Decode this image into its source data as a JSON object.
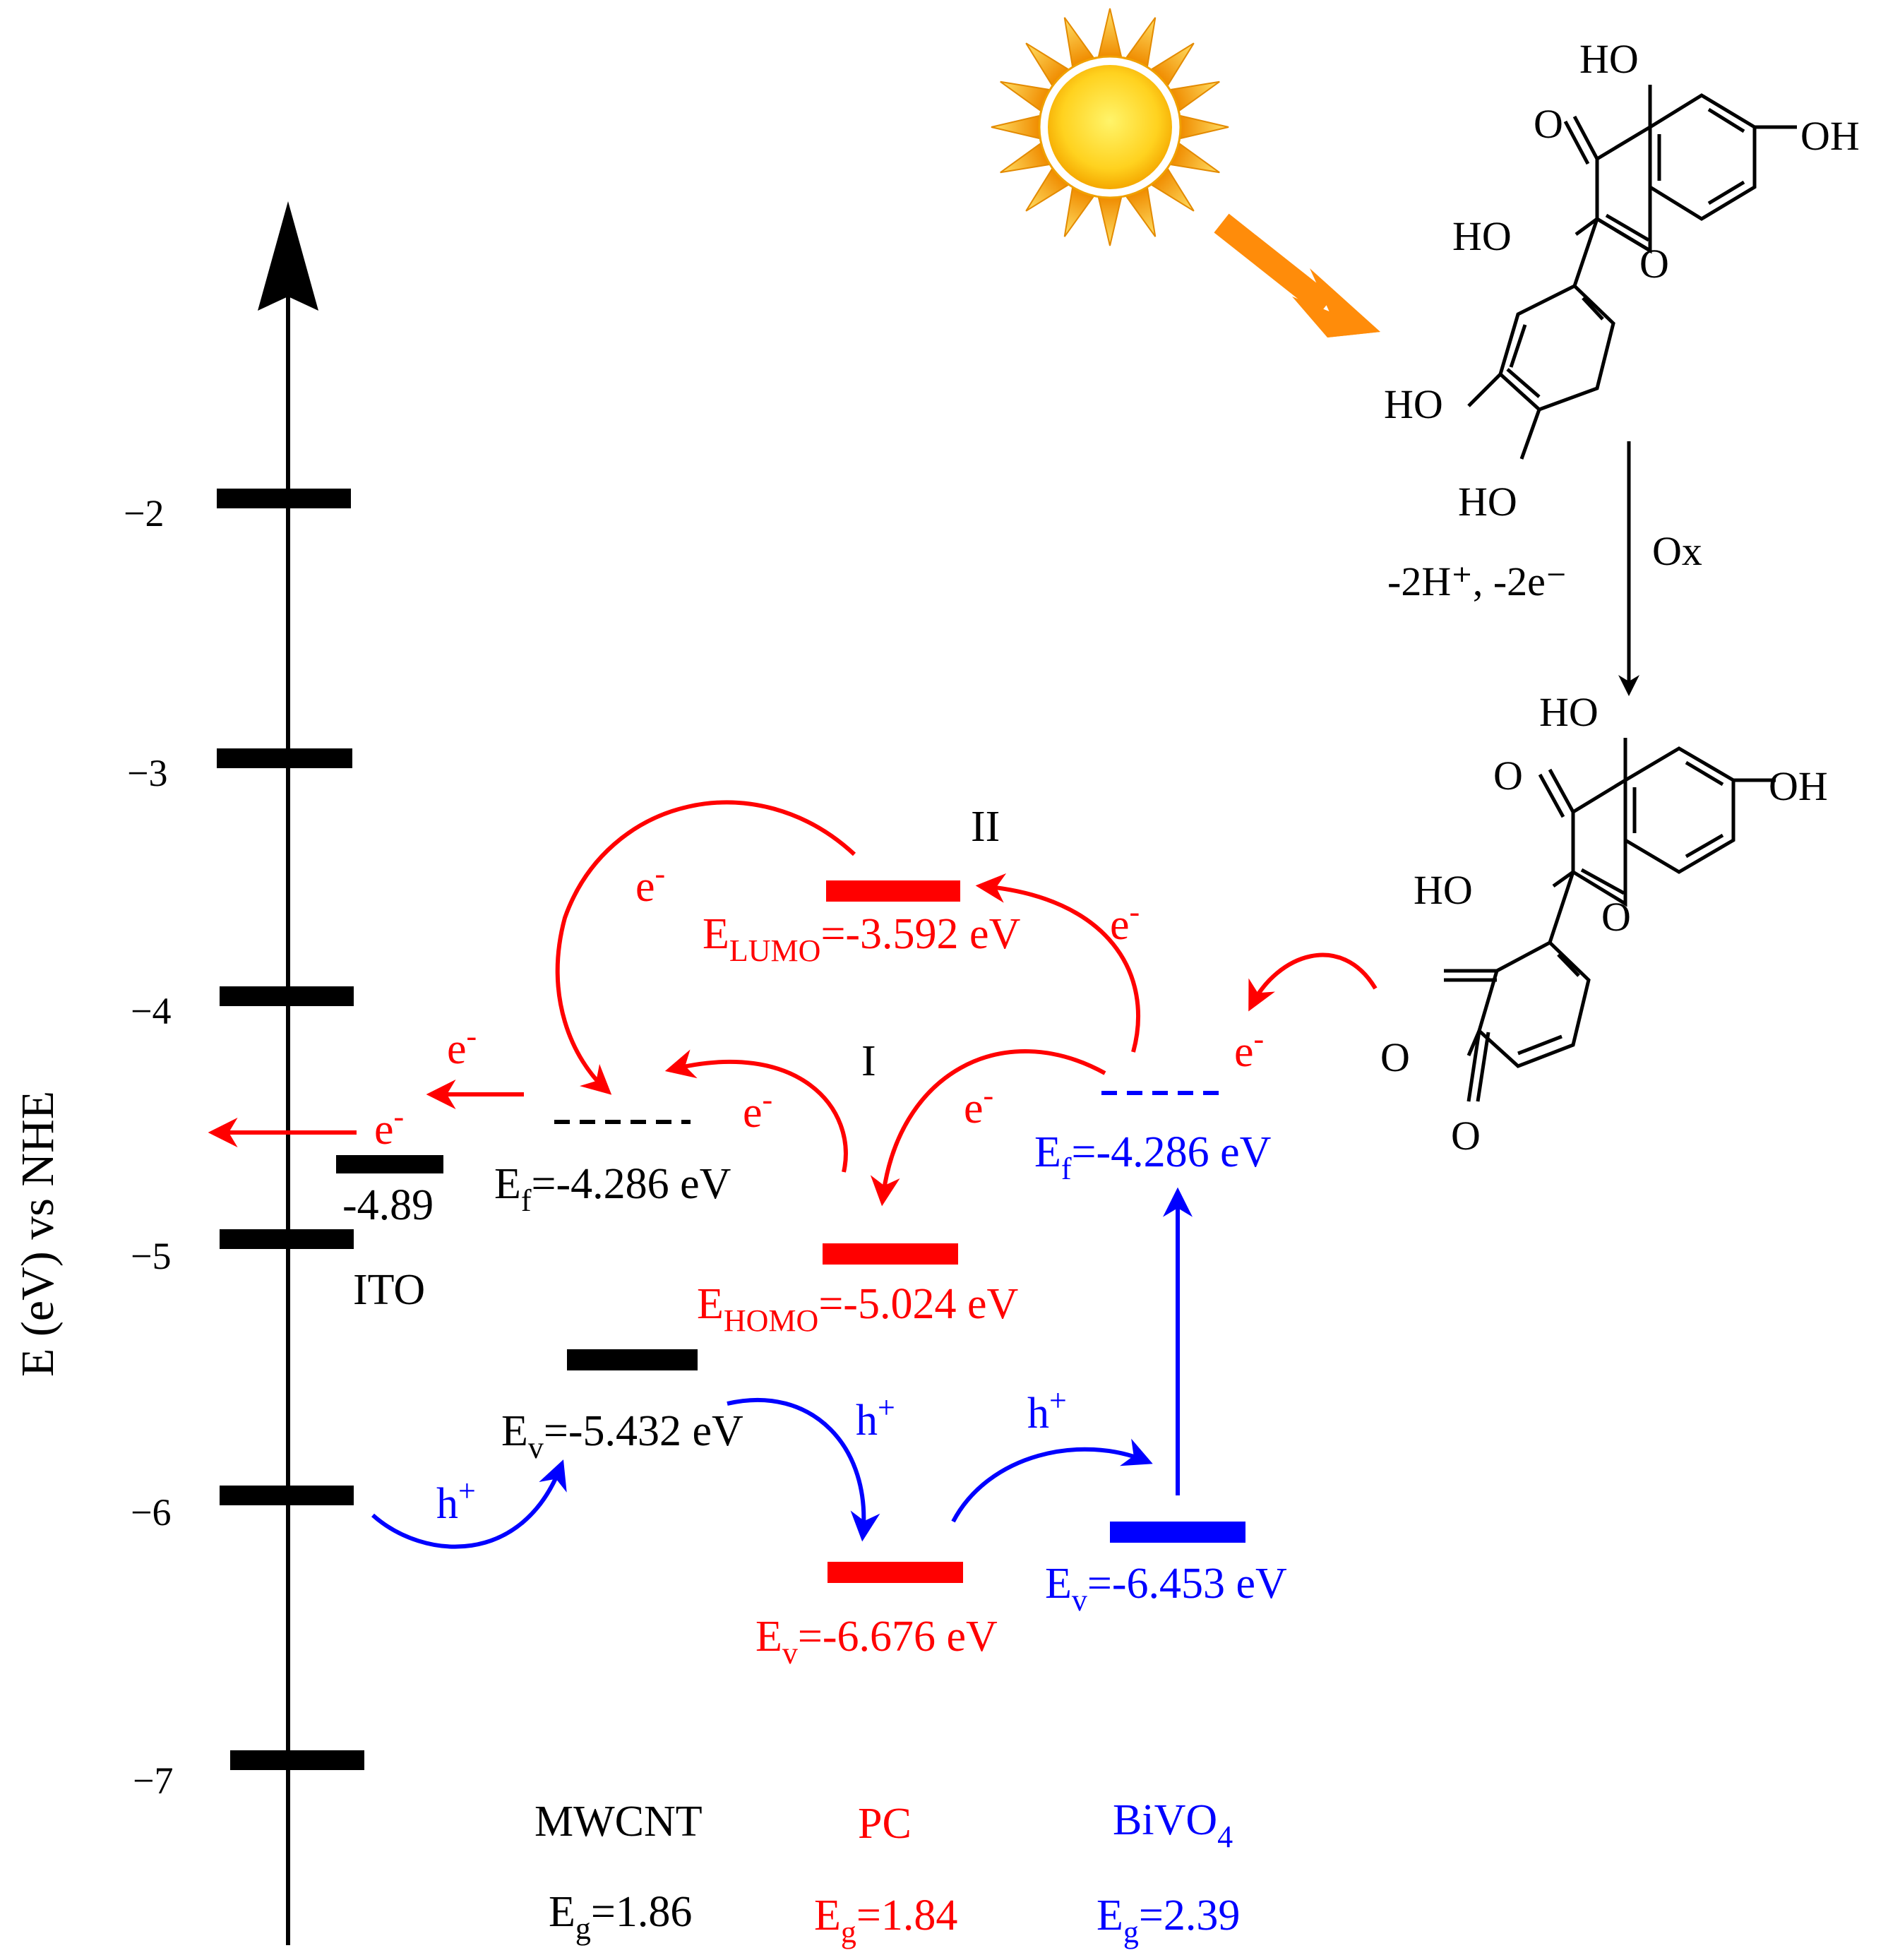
{
  "colors": {
    "black": "#000000",
    "red": "#ff0000",
    "blue": "#0000ff",
    "sun": "#ffd21f",
    "sun_ray": "#f7a400",
    "beam": "#ff8c0a"
  },
  "axis": {
    "label": "E (eV) vs NHE",
    "ticks": [
      "−2",
      "−3",
      "−4",
      "−5",
      "−6",
      "−7"
    ]
  },
  "ito": {
    "level": "-4.89",
    "name": "ITO"
  },
  "mwcnt": {
    "name": "MWCNT",
    "ef_main": "E",
    "ef_sub": "f",
    "ef_val": "=-4.286 eV",
    "ev_main": "E",
    "ev_sub": "v",
    "ev_val": "=-5.432 eV",
    "eg_main": "E",
    "eg_sub": "g",
    "eg_val": "=1.86"
  },
  "pc": {
    "name": "PC",
    "lumo_main": "E",
    "lumo_sub": "LUMO",
    "lumo_val": "=-3.592 eV",
    "homo_main": "E",
    "homo_sub": "HOMO",
    "homo_val": "=-5.024 eV",
    "ev_main": "E",
    "ev_sub": "v",
    "ev_val": "=-6.676 eV",
    "eg_main": "E",
    "eg_sub": "g",
    "eg_val": "=1.84"
  },
  "bivo4": {
    "name_main": "BiVO",
    "name_sub": "4",
    "ef_main": "E",
    "ef_sub": "f",
    "ef_val": "=-4.286 eV",
    "ev_main": "E",
    "ev_sub": "v",
    "ev_val": "=-6.453 eV",
    "eg_main": "E",
    "eg_sub": "g",
    "eg_val": "=2.39"
  },
  "pathways": {
    "path1": "I",
    "path2": "II"
  },
  "carriers": {
    "electron_main": "e",
    "electron_sup": "-",
    "hole_main": "h",
    "hole_sup": "+"
  },
  "reaction": {
    "reagent": "Ox",
    "byproducts": "-2H⁺, -2e⁻"
  },
  "molecule_top": {
    "atoms": [
      "HO",
      "O",
      "OH",
      "HO",
      "O",
      "HO",
      "HO"
    ]
  },
  "molecule_bottom": {
    "atoms": [
      "HO",
      "O",
      "OH",
      "HO",
      "O",
      "O",
      "O"
    ]
  }
}
